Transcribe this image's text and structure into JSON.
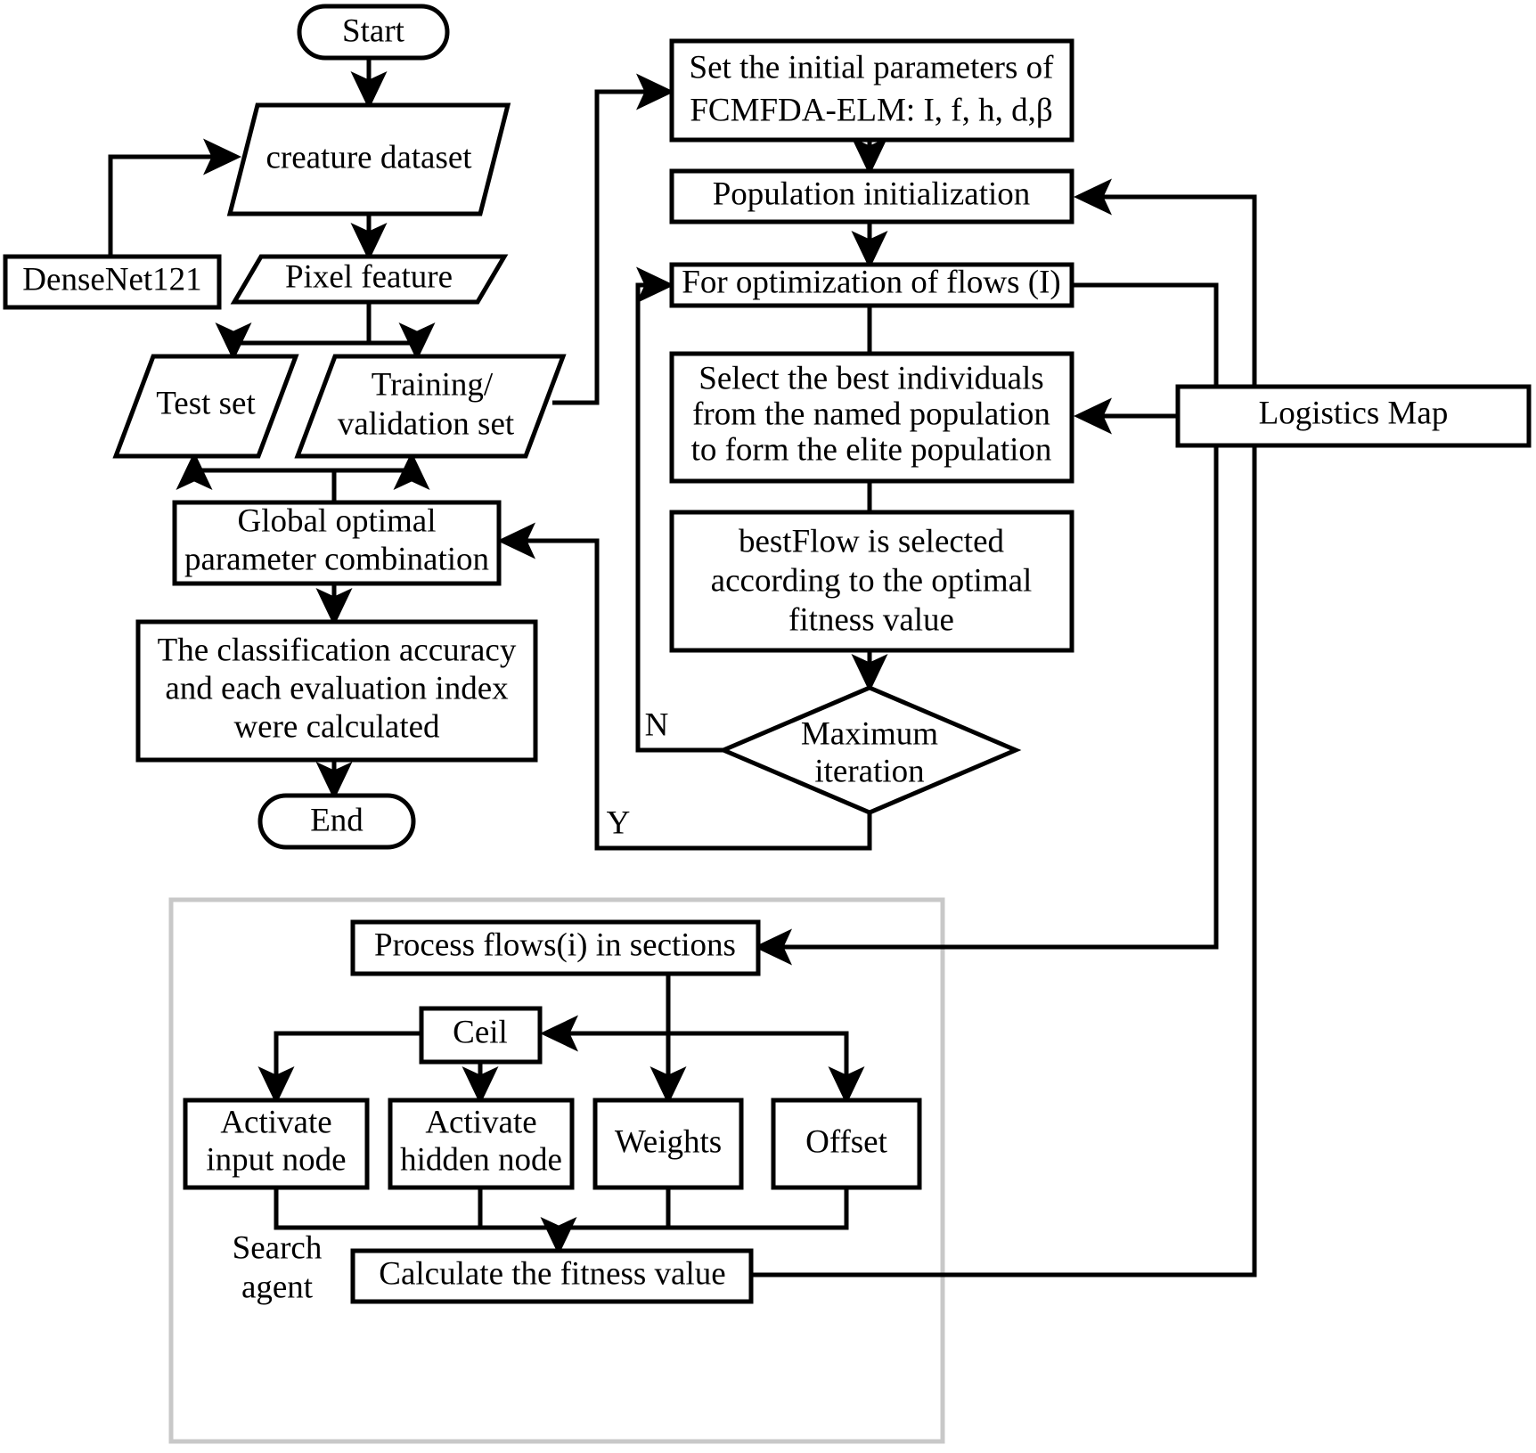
{
  "diagram": {
    "title": "FCMFDA-ELM classification workflow flowchart",
    "background_color": "#ffffff",
    "line_color": "#000000",
    "group_border_color": "#c8c8c8"
  },
  "nodes": {
    "start": {
      "label": "Start",
      "shape": "terminator"
    },
    "creature_dataset": {
      "label": "creature dataset",
      "shape": "parallelogram"
    },
    "densenet": {
      "label": "DenseNet121",
      "shape": "rectangle"
    },
    "pixel_feature": {
      "label": "Pixel feature",
      "shape": "parallelogram"
    },
    "test_set": {
      "label": "Test set",
      "shape": "parallelogram"
    },
    "training_validation_set": {
      "label_line1": "Training/",
      "label_line2": "validation set",
      "shape": "parallelogram"
    },
    "global_optimal": {
      "label_line1": "Global  optimal",
      "label_line2": "parameter combination",
      "shape": "rectangle"
    },
    "classification_accuracy": {
      "label_line1": "The classification accuracy",
      "label_line2": "and each evaluation index",
      "label_line3": "were calculated",
      "shape": "rectangle"
    },
    "end": {
      "label": "End",
      "shape": "terminator"
    },
    "set_initial_parameters": {
      "label_line1": "Set the initial parameters of",
      "label_line2": "FCMFDA-ELM: I, f, h, d,β",
      "shape": "rectangle"
    },
    "population_initialization": {
      "label": "Population initialization",
      "shape": "rectangle"
    },
    "for_optimization": {
      "label": "For optimization of flows (I)",
      "shape": "rectangle"
    },
    "select_best": {
      "label_line1": "Select the best individuals",
      "label_line2": "from the named population",
      "label_line3": "to form the elite population",
      "shape": "rectangle"
    },
    "bestflow": {
      "label_line1": "bestFlow is selected",
      "label_line2": "according to the optimal",
      "label_line3": "fitness value",
      "shape": "rectangle"
    },
    "maximum_iteration": {
      "label_line1": "Maximum",
      "label_line2": "iteration",
      "shape": "diamond"
    },
    "logistics_map": {
      "label": "Logistics Map",
      "shape": "rectangle"
    },
    "process_flows": {
      "label": "Process flows(i) in sections",
      "shape": "rectangle"
    },
    "ceil": {
      "label": "Ceil",
      "shape": "rectangle"
    },
    "activate_input": {
      "label_line1": "Activate",
      "label_line2": "input node",
      "shape": "rectangle"
    },
    "activate_hidden": {
      "label_line1": "Activate",
      "label_line2": "hidden node",
      "shape": "rectangle"
    },
    "weights": {
      "label": "Weights",
      "shape": "rectangle"
    },
    "offset": {
      "label": "Offset",
      "shape": "rectangle"
    },
    "calculate_fitness": {
      "label": "Calculate the fitness value",
      "shape": "rectangle"
    }
  },
  "group": {
    "search_agent": {
      "label_line1": "Search",
      "label_line2": "agent"
    }
  },
  "branch_labels": {
    "no": "N",
    "yes": "Y"
  }
}
